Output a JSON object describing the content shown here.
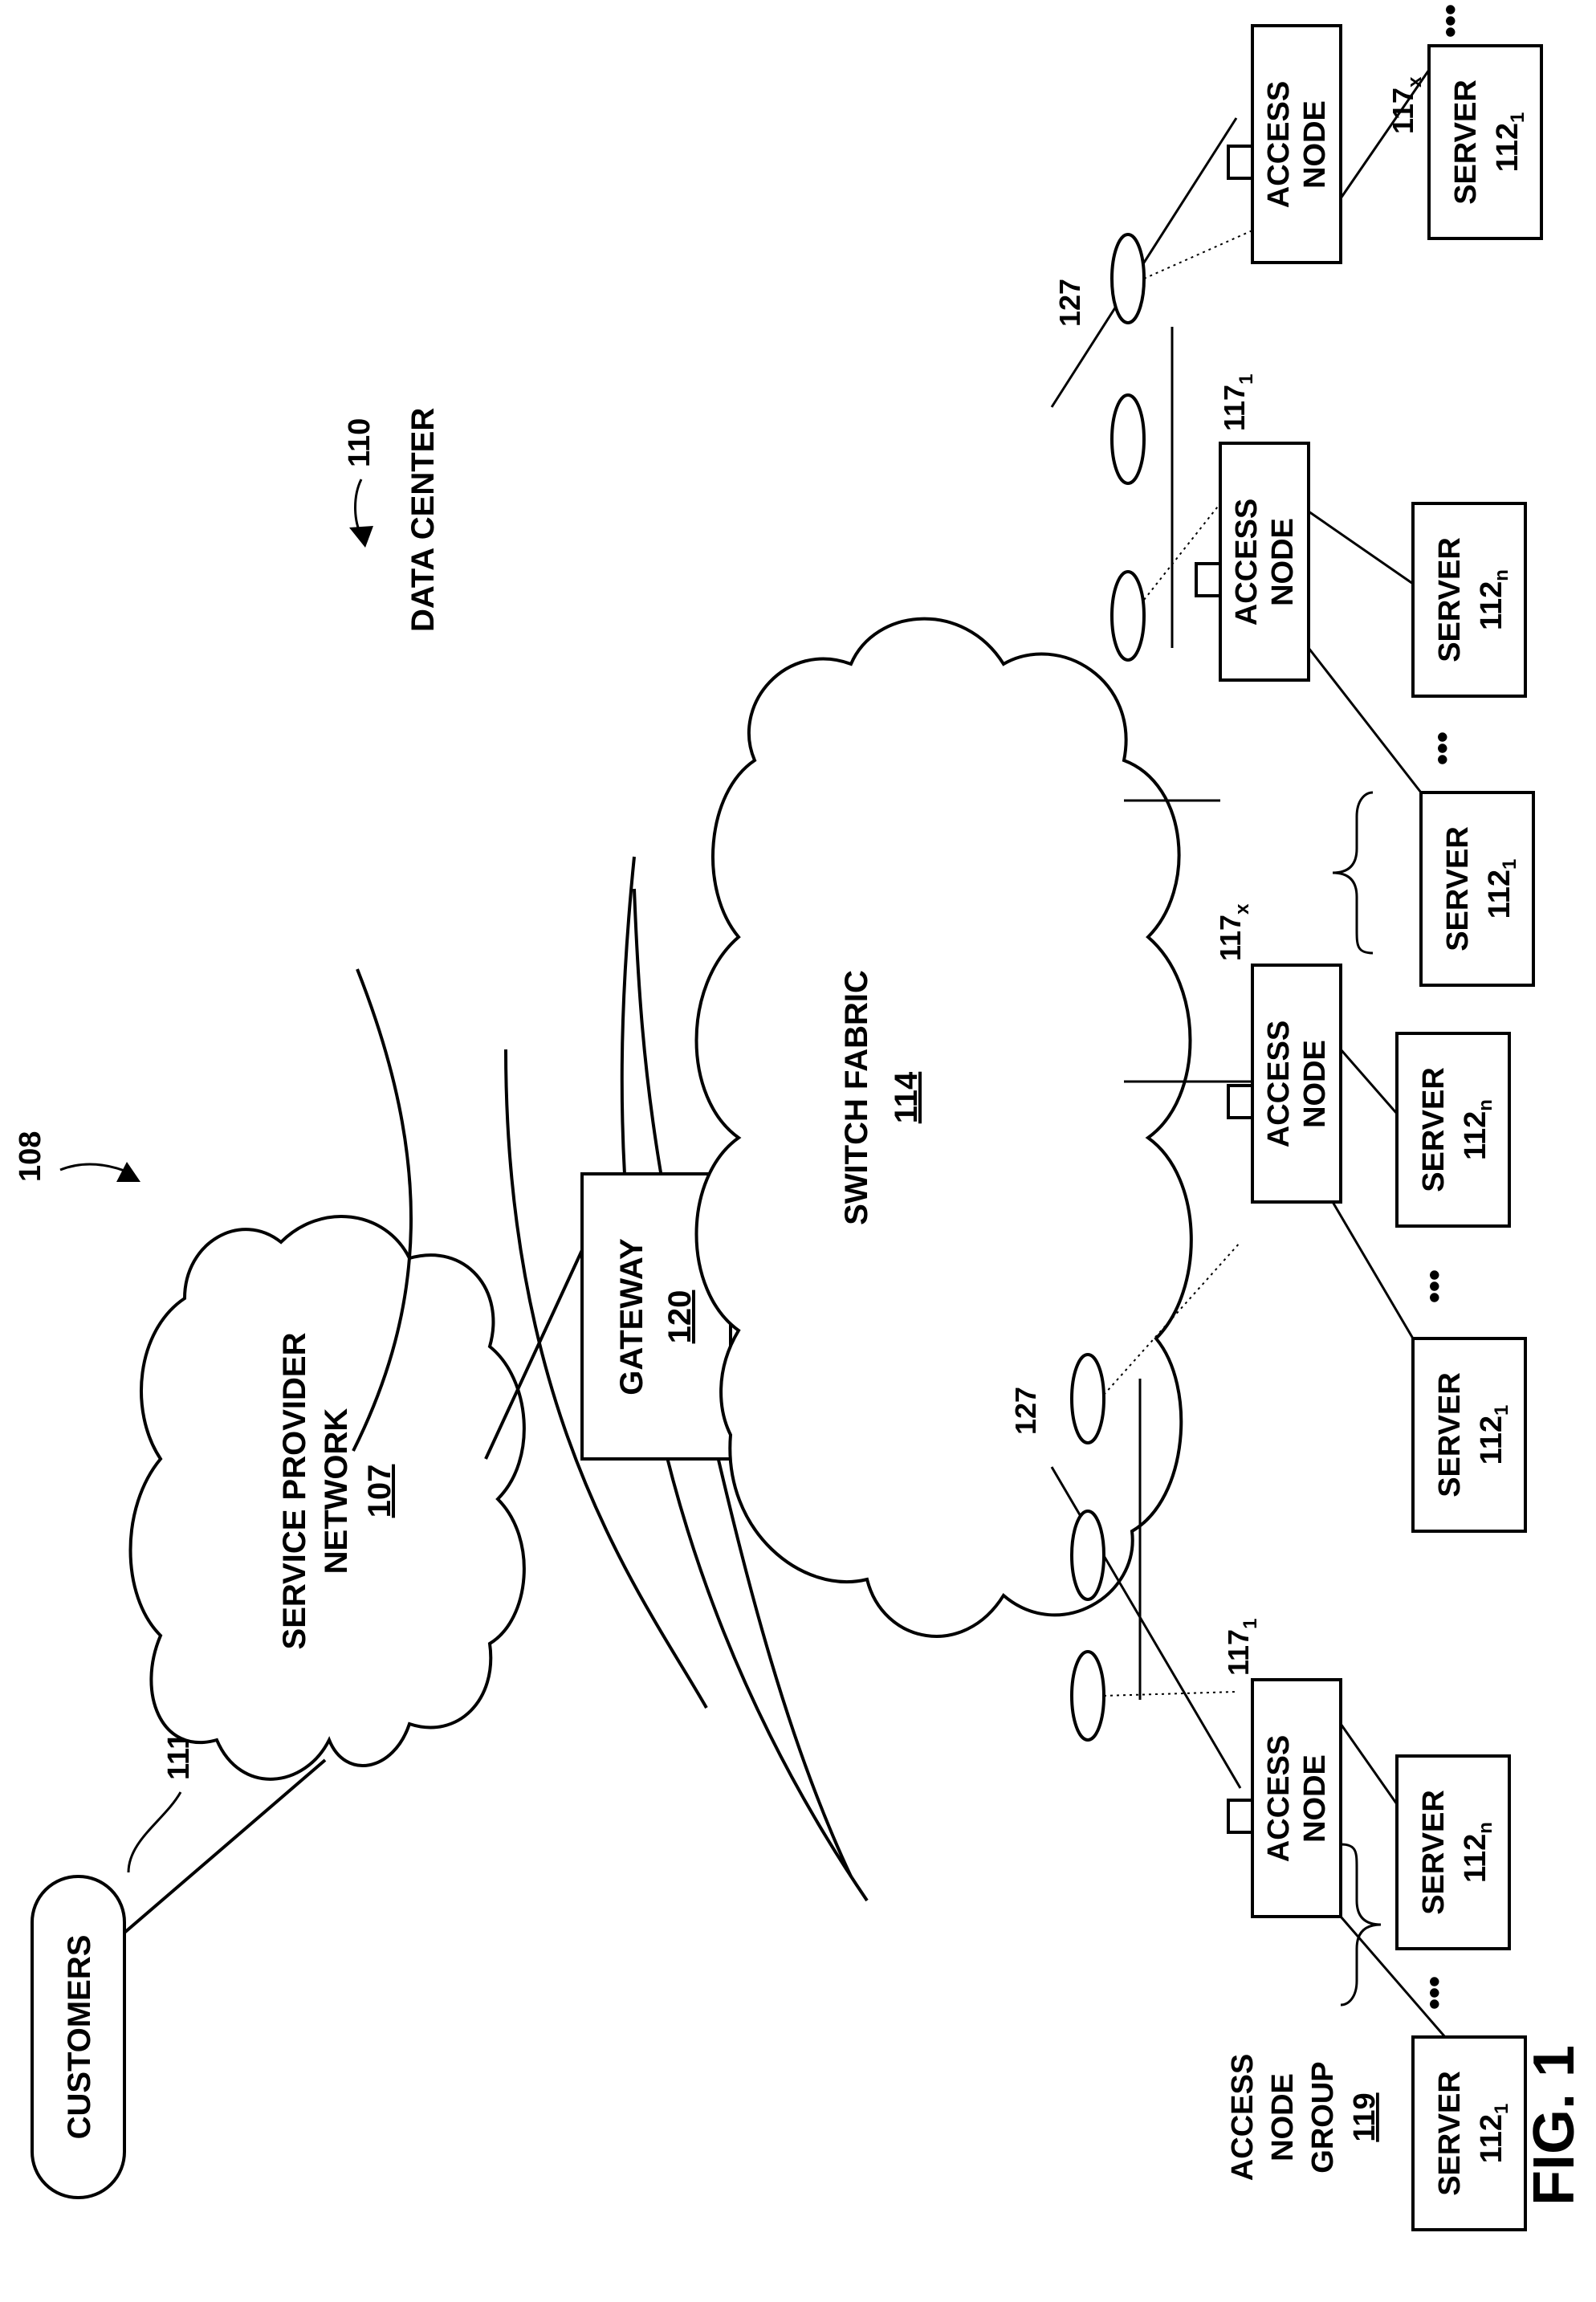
{
  "figure_label": "FIG. 1",
  "refs": {
    "system": "108",
    "data_center_ref": "110",
    "customers_ref": "111",
    "storage_ref": "127"
  },
  "customers": {
    "label": "CUSTOMERS"
  },
  "service_provider": {
    "line1": "SERVICE PROVIDER",
    "line2": "NETWORK",
    "ref": "107"
  },
  "data_center": {
    "label": "DATA CENTER"
  },
  "gateway": {
    "label": "GATEWAY",
    "ref": "120"
  },
  "switch_fabric": {
    "label": "SWITCH FABRIC",
    "ref": "114"
  },
  "access_node_group": {
    "line1": "ACCESS",
    "line2": "NODE",
    "line3": "GROUP",
    "ref": "119"
  },
  "access_node": {
    "line1": "ACCESS",
    "line2": "NODE"
  },
  "server": {
    "label": "SERVER",
    "ref_base": "112",
    "sub_first": "1",
    "sub_last": "n"
  },
  "access_node_ref_base": "117",
  "access_node_sub_first": "1",
  "access_node_sub_last": "x",
  "ellipsis": "•••"
}
